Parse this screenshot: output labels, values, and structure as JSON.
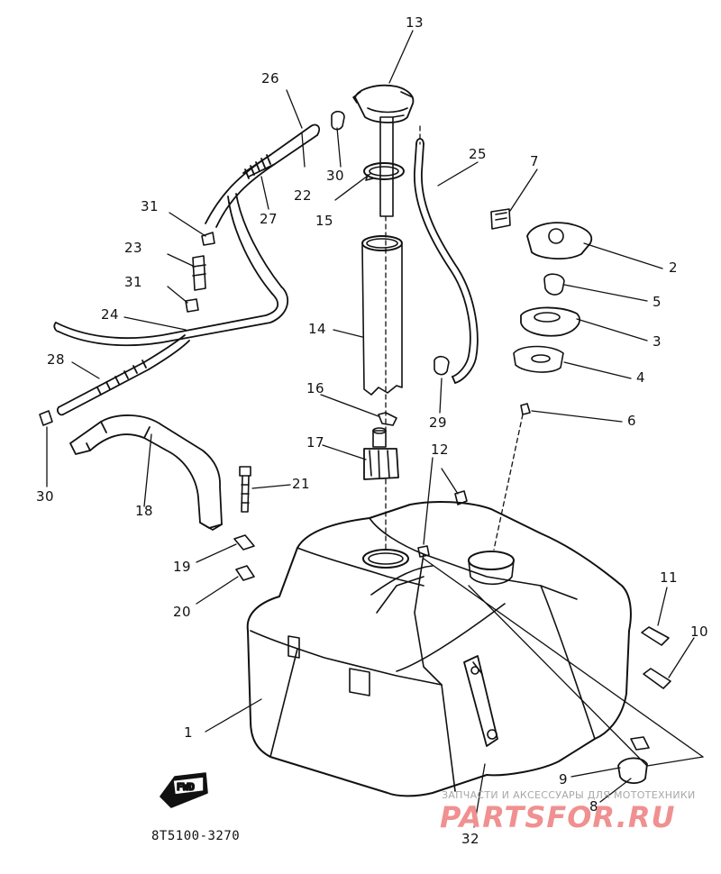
{
  "diagram": {
    "labels": [
      "1",
      "2",
      "3",
      "4",
      "5",
      "6",
      "7",
      "8",
      "9",
      "10",
      "11",
      "12",
      "13",
      "14",
      "15",
      "16",
      "17",
      "18",
      "19",
      "20",
      "21",
      "22",
      "23",
      "24",
      "25",
      "26",
      "27",
      "28",
      "29",
      "30",
      "31",
      "32"
    ],
    "extra_labels": {
      "30_second": "30",
      "31_second": "31"
    },
    "forward_marker": "FWD",
    "part_code": "8T5100-3270"
  },
  "watermark": {
    "caption": "ЗАПЧАСТИ И АКСЕССУАРЫ ДЛЯ МОТОТЕХНИКИ",
    "logo": "PARTSFOR.RU",
    "color": "#f09090"
  },
  "colors": {
    "line": "#111111",
    "background": "#ffffff"
  }
}
